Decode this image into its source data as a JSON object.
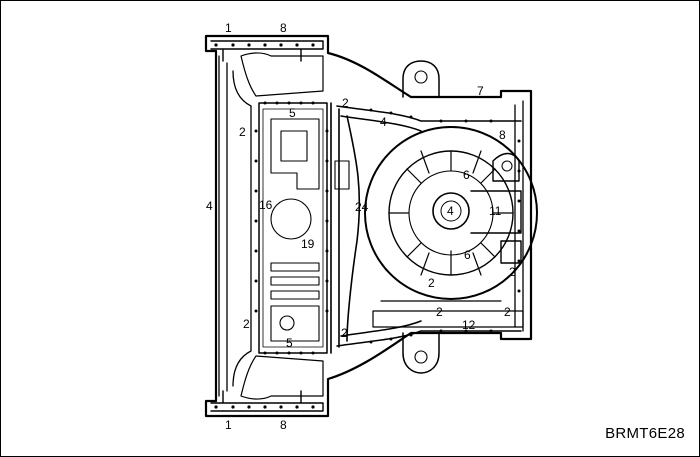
{
  "figure": {
    "code": "BRMT6E28",
    "callouts": {
      "c1_top": "1",
      "c8_top": "8",
      "c2_upper_mid": "2",
      "c7_right": "7",
      "c5_upper": "5",
      "c4_mid": "4",
      "c2_left_upper": "2",
      "c8_right": "8",
      "c4_left": "4",
      "c16": "16",
      "c24": "24",
      "c6_upper": "6",
      "c4_hub": "4",
      "c11": "11",
      "c19": "19",
      "c6_lower": "6",
      "c2_right_mid": "2",
      "c2_tire": "2",
      "c2_left_lower": "2",
      "c2_lower_mid": "2",
      "c2_bottom_right": "2",
      "c12": "12",
      "c2_bottom_left": "2",
      "c5_lower": "5",
      "c1_bottom": "1",
      "c8_bottom": "8"
    }
  }
}
